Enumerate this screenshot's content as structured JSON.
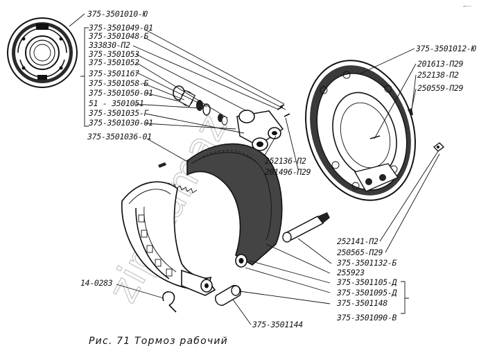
{
  "caption": "Рис. 71  Тормоз  рабочий",
  "watermark": "zip-kamaz",
  "corner_mark": "ᵃᴹ ᵔᵔᵔ",
  "labels": {
    "l1": "375-3501010-Ю",
    "l2": "375-3501049-01",
    "l3": "375-3501048-Б",
    "l4": "333830-П2",
    "l5": "375-3501053",
    "l6": "375-3501052",
    "l7": "375-3501167",
    "l8": "375-3501058-Б",
    "l9": "375-3501050-01",
    "l10": "51 - 3501051",
    "l11": "375-3501035-Г",
    "l12": "375-3501030-01",
    "l13": "375-3501036-01",
    "l14": "375-3501012-Ю",
    "l15": "201613-П29",
    "l16": "252138-П2",
    "l17": "250559-П29",
    "l18": "252136-П2",
    "l19": "201496-П29",
    "l20": "252141-П2",
    "l21": "250565-П29",
    "l22": "375-3501132-Б",
    "l23": "255923",
    "l24": "375-3501105-Д",
    "l25": "375-3501095-Д",
    "l26": "375-3501148",
    "l27": "375-3501090-В",
    "l28": "14-0283",
    "l29": "375-3501144"
  }
}
